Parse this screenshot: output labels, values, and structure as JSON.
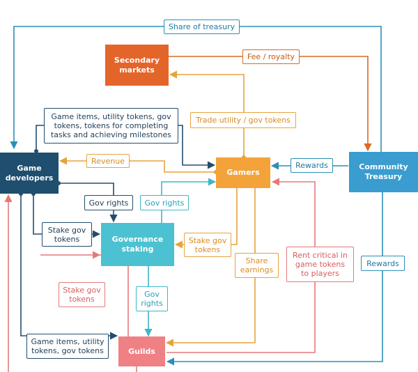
{
  "nodes": {
    "secondary_markets": "Secondary markets",
    "game_developers": "Game developers",
    "gamers": "Gamers",
    "community_treasury": "Community Treasury",
    "governance_staking": "Governance staking",
    "guilds": "Guilds"
  },
  "labels": {
    "share_of_treasury": "Share of treasury",
    "fee_royalty": "Fee / royalty",
    "trade_tokens": "Trade utility / gov tokens",
    "game_items_top": "Game items, utility tokens, gov tokens, tokens for completing tasks and achieving milestones",
    "revenue": "Revenue",
    "rewards_gamers": "Rewards",
    "gov_rights_dark": "Gov rights",
    "gov_rights_teal": "Gov rights",
    "stake_gov_tokens_dev": "Stake gov tokens",
    "stake_gov_tokens_gamers": "Stake gov tokens",
    "share_earnings": "Share earnings",
    "rent_critical": "Rent critical in game tokens to players",
    "rewards_guilds": "Rewards",
    "stake_gov_tokens_guilds": "Stake gov tokens",
    "gov_rights_down": "Gov rights",
    "game_items_bottom": "Game items, utility tokens, gov tokens"
  },
  "colors": {
    "developers": "#1f4e6e",
    "treasury": "#3a9ccf",
    "secondary": "#e4652a",
    "gamers": "#f3a33a",
    "governance": "#4cc1d1",
    "guilds": "#ef8084"
  }
}
